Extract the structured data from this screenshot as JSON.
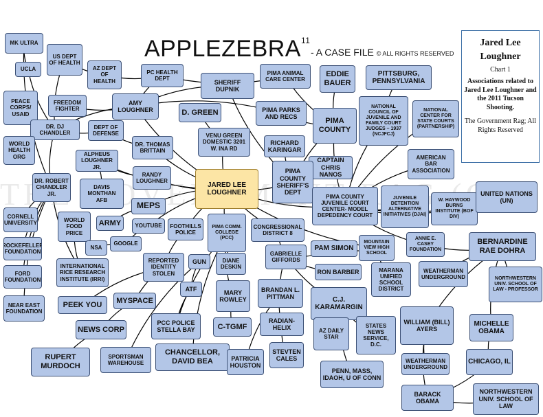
{
  "title": "APPLEZEBRA",
  "title_sup": "11",
  "subtitle": "- A CASE FILE",
  "copyright": "© ALL RIGHTS RESERVED",
  "watermark": "THE GOVERNMENT RAG (C)",
  "legend": {
    "title": "Jared Lee Loughner",
    "chart": "Chart 1",
    "description": "Associations related to Jared Lee Loughner and the 2011 Tucson Shooting.",
    "rights": "The Government Rag; All Rights Reserved"
  },
  "nodes": [
    {
      "id": "mk-ultra",
      "label": "MK ULTRA"
    },
    {
      "id": "ucla",
      "label": "UCLA"
    },
    {
      "id": "us-dept-health",
      "label": "US DEPT OF HEALTH"
    },
    {
      "id": "az-dept-health",
      "label": "AZ DEPT OF HEALTH"
    },
    {
      "id": "pc-health-dept",
      "label": "PC HEALTH DEPT"
    },
    {
      "id": "sheriff-dupnik",
      "label": "SHERIFF DUPNIK"
    },
    {
      "id": "pima-animal-care",
      "label": "PIMA ANIMAL CARE CENTER"
    },
    {
      "id": "eddie-bauer",
      "label": "EDDIE BAUER"
    },
    {
      "id": "pittsburg-pa",
      "label": "PITTSBURG, PENNSYLVANIA"
    },
    {
      "id": "peace-corps",
      "label": "PEACE CORPS/ USAID"
    },
    {
      "id": "freedom-fighter",
      "label": "FREEDOM FIGHTER"
    },
    {
      "id": "amy-loughner",
      "label": "AMY LOUGHNER"
    },
    {
      "id": "d-green",
      "label": "D. GREEN"
    },
    {
      "id": "pima-parks",
      "label": "PIMA PARKS AND RECS"
    },
    {
      "id": "pima-county",
      "label": "PIMA COUNTY"
    },
    {
      "id": "ncjfcj",
      "label": "NATIONAL COUNCIL OF JUVENILE AND FAMILY COURT JUDGES – 1937 (NCJFCJ)"
    },
    {
      "id": "ncsc",
      "label": "NATIONAL CENTER FOR STATE COURTS (PARTNERSHIP)"
    },
    {
      "id": "dr-dj-chandler",
      "label": "DR. DJ CHANDLER"
    },
    {
      "id": "dept-defense",
      "label": "DEPT OF DEFENSE"
    },
    {
      "id": "world-health",
      "label": "WORLD HEALTH ORG"
    },
    {
      "id": "dr-thomas-brittain",
      "label": "DR. THOMAS BRITTAIN"
    },
    {
      "id": "venu-green",
      "label": "VENU GREEN DOMESTIC 3201 W. INA RD"
    },
    {
      "id": "richard-karingar",
      "label": "RICHARD KARINGAR"
    },
    {
      "id": "alpheus-loughner",
      "label": "ALPHEUS LOUGHNER JR."
    },
    {
      "id": "captain-nanos",
      "label": "CAPTAIN CHRIS NANOS"
    },
    {
      "id": "american-bar",
      "label": "AMERICAN BAR ASSOCIATION"
    },
    {
      "id": "dr-robert-chandler",
      "label": "DR. ROBERT CHANDLER JR."
    },
    {
      "id": "randy-loughner",
      "label": "RANDY LOUGHNER"
    },
    {
      "id": "jared-loughner",
      "label": "JARED LEE LOUGHNER"
    },
    {
      "id": "pima-sheriff",
      "label": "PIMA COUNTY SHERIFF'S DEPT"
    },
    {
      "id": "davis-monthan",
      "label": "DAVIS MONTHAN AFB"
    },
    {
      "id": "pima-juvenile-court",
      "label": "PIMA COUNTY JUVENILE COURT CENTER- MODEL DEPEDENCY COURT"
    },
    {
      "id": "jdai",
      "label": "JUVENILE DETENTION ALTERNATIVE INITIATIVES (DJAI)"
    },
    {
      "id": "haywood-burns",
      "label": "W. HAYWOOD BURNS INSTITUTE (BOF DIV)"
    },
    {
      "id": "united-nations",
      "label": "UNITED NATIONS (UN)"
    },
    {
      "id": "meps",
      "label": "MEPS"
    },
    {
      "id": "cornell",
      "label": "CORNELL UNIVERSITY"
    },
    {
      "id": "world-food-price",
      "label": "WORLD FOOD PRICE"
    },
    {
      "id": "army",
      "label": "ARMY"
    },
    {
      "id": "youtube",
      "label": "YOUTUBE"
    },
    {
      "id": "foothills-police",
      "label": "FOOTHILLS POLICE"
    },
    {
      "id": "pima-college",
      "label": "PIMA COMM. COLLEGE (PCC)"
    },
    {
      "id": "congressional-8",
      "label": "CONGRESSIONAL DISTRICT 8"
    },
    {
      "id": "annie-casey",
      "label": "ANNIE E. CASEY FOUNDATION"
    },
    {
      "id": "rockefeller",
      "label": "ROCKEFELLER FOUNDATION"
    },
    {
      "id": "nsa",
      "label": "NSA"
    },
    {
      "id": "google",
      "label": "GOOGLE"
    },
    {
      "id": "mountain-view",
      "label": "MOUNTAIN VIEW HIGH SCHOOL"
    },
    {
      "id": "pam-simon",
      "label": "PAM SIMON"
    },
    {
      "id": "bernardine-dohrn",
      "label": "BERNARDINE RAE DOHRA"
    },
    {
      "id": "reported-identity",
      "label": "REPORTED IDENTITY STOLEN"
    },
    {
      "id": "gun",
      "label": "GUN"
    },
    {
      "id": "diane-deskin",
      "label": "DIANE DESKIN"
    },
    {
      "id": "gabrielle-giffords",
      "label": "GABRIELLE GIFFORDS"
    },
    {
      "id": "ford-foundation",
      "label": "FORD FOUNDATION"
    },
    {
      "id": "irri",
      "label": "INTERNATIONAL RICE RESEARCH INSTITUTE (IRRI)"
    },
    {
      "id": "ron-barber",
      "label": "RON BARBER"
    },
    {
      "id": "marana-unified",
      "label": "MARANA UNIFIED SCHOOL DISTRICT"
    },
    {
      "id": "weatherman-underground-1",
      "label": "WEATHERMAN UNDERGROUND"
    },
    {
      "id": "northwestern-professor",
      "label": "NORTHWESTERN UNIV. SCHOOL OF LAW - PROFESSOR"
    },
    {
      "id": "atf",
      "label": "ATF"
    },
    {
      "id": "mary-rowley",
      "label": "MARY ROWLEY"
    },
    {
      "id": "brandan-pittman",
      "label": "BRANDAN L. PITTMAN"
    },
    {
      "id": "cj-karamargin",
      "label": "C.J. KARAMARGIN"
    },
    {
      "id": "near-east",
      "label": "NEAR EAST FOUNDATION"
    },
    {
      "id": "peek-you",
      "label": "PEEK YOU"
    },
    {
      "id": "myspace",
      "label": "MYSPACE"
    },
    {
      "id": "william-ayers",
      "label": "WILLIAM (BILL) AYERS"
    },
    {
      "id": "michelle-obama",
      "label": "MICHELLE OBAMA"
    },
    {
      "id": "pcc-police",
      "label": "PCC POLICE STELLA BAY"
    },
    {
      "id": "ctgmf",
      "label": "C-TGMF"
    },
    {
      "id": "radian-helix",
      "label": "RADIAN-HELIX"
    },
    {
      "id": "az-daily-star",
      "label": "AZ DAILY STAR"
    },
    {
      "id": "states-news",
      "label": "STATES NEWS SERVICE, D.C."
    },
    {
      "id": "news-corp",
      "label": "NEWS CORP"
    },
    {
      "id": "rupert-murdoch",
      "label": "RUPERT MURDOCH"
    },
    {
      "id": "sportsman-warehouse",
      "label": "SPORTSMAN WAREHOUSE"
    },
    {
      "id": "chancellor-bea",
      "label": "CHANCELLOR, DAVID BEA"
    },
    {
      "id": "patricia-houston",
      "label": "PATRICIA HOUSTON"
    },
    {
      "id": "steven-cales",
      "label": "STEVTEN CALES"
    },
    {
      "id": "penn-mass",
      "label": "PENN, MASS, IDAOH, U OF CONN"
    },
    {
      "id": "weatherman-underground-2",
      "label": "WEATHERMAN UNDERGROUND"
    },
    {
      "id": "chicago-il",
      "label": "CHICAGO, IL"
    },
    {
      "id": "barack-obama",
      "label": "BARACK OBAMA"
    },
    {
      "id": "northwestern-law",
      "label": "NORTHWESTERN UNIV. SCHOOL OF LAW"
    }
  ],
  "edges": [
    [
      "mk-ultra",
      "ucla"
    ],
    [
      "mk-ultra",
      "dr-robert-chandler"
    ],
    [
      "ucla",
      "dr-dj-chandler"
    ],
    [
      "us-dept-health",
      "az-dept-health"
    ],
    [
      "us-dept-health",
      "dr-dj-chandler"
    ],
    [
      "az-dept-health",
      "pc-health-dept"
    ],
    [
      "pc-health-dept",
      "amy-loughner"
    ],
    [
      "pc-health-dept",
      "pima-animal-care"
    ],
    [
      "pima-animal-care",
      "pima-county"
    ],
    [
      "sheriff-dupnik",
      "amy-loughner"
    ],
    [
      "sheriff-dupnik",
      "pima-sheriff"
    ],
    [
      "eddie-bauer",
      "pima-county"
    ],
    [
      "pittsburg-pa",
      "ncjfcj"
    ],
    [
      "peace-corps",
      "dr-dj-chandler"
    ],
    [
      "freedom-fighter",
      "amy-loughner"
    ],
    [
      "amy-loughner",
      "dr-dj-chandler"
    ],
    [
      "amy-loughner",
      "jared-loughner"
    ],
    [
      "d-green",
      "venu-green"
    ],
    [
      "pima-parks",
      "amy-loughner"
    ],
    [
      "pima-parks",
      "pima-county"
    ],
    [
      "pima-county",
      "pima-juvenile-court"
    ],
    [
      "pima-county",
      "pima-sheriff"
    ],
    [
      "ncjfcj",
      "pima-juvenile-court"
    ],
    [
      "ncsc",
      "pima-juvenile-court"
    ],
    [
      "dr-dj-chandler",
      "world-health"
    ],
    [
      "dr-dj-chandler",
      "dept-defense"
    ],
    [
      "dr-dj-chandler",
      "dr-robert-chandler"
    ],
    [
      "dept-defense",
      "dr-thomas-brittain"
    ],
    [
      "dr-thomas-brittain",
      "jared-loughner"
    ],
    [
      "venu-green",
      "jared-loughner"
    ],
    [
      "richard-karingar",
      "pima-sheriff"
    ],
    [
      "alpheus-loughner",
      "jared-loughner"
    ],
    [
      "alpheus-loughner",
      "randy-loughner"
    ],
    [
      "captain-nanos",
      "pima-sheriff"
    ],
    [
      "american-bar",
      "pima-juvenile-court"
    ],
    [
      "dr-robert-chandler",
      "cornell"
    ],
    [
      "dr-robert-chandler",
      "rockefeller"
    ],
    [
      "dr-robert-chandler",
      "ford-foundation"
    ],
    [
      "dr-robert-chandler",
      "near-east"
    ],
    [
      "dr-robert-chandler",
      "irri"
    ],
    [
      "randy-loughner",
      "jared-loughner"
    ],
    [
      "davis-monthan",
      "alpheus-loughner"
    ],
    [
      "jared-loughner",
      "pima-sheriff"
    ],
    [
      "jared-loughner",
      "meps"
    ],
    [
      "jared-loughner",
      "foothills-police"
    ],
    [
      "jared-loughner",
      "pima-college"
    ],
    [
      "jared-loughner",
      "congressional-8"
    ],
    [
      "jared-loughner",
      "pima-juvenile-court"
    ],
    [
      "jared-loughner",
      "mountain-view"
    ],
    [
      "jared-loughner",
      "youtube"
    ],
    [
      "pima-juvenile-court",
      "jdai"
    ],
    [
      "pima-juvenile-court",
      "haywood-burns"
    ],
    [
      "pima-juvenile-court",
      "united-nations"
    ],
    [
      "pima-juvenile-court",
      "annie-casey"
    ],
    [
      "meps",
      "army"
    ],
    [
      "world-food-price",
      "irri"
    ],
    [
      "youtube",
      "google"
    ],
    [
      "google",
      "nsa"
    ],
    [
      "foothills-police",
      "reported-identity"
    ],
    [
      "pima-college",
      "diane-deskin"
    ],
    [
      "pima-college",
      "mary-rowley"
    ],
    [
      "pima-college",
      "pcc-police"
    ],
    [
      "pima-college",
      "chancellor-bea"
    ],
    [
      "congressional-8",
      "gabrielle-giffords"
    ],
    [
      "gabrielle-giffords",
      "ron-barber"
    ],
    [
      "gabrielle-giffords",
      "pam-simon"
    ],
    [
      "gabrielle-giffords",
      "cj-karamargin"
    ],
    [
      "gabrielle-giffords",
      "brandan-pittman"
    ],
    [
      "pam-simon",
      "mountain-view"
    ],
    [
      "mountain-view",
      "marana-unified"
    ],
    [
      "reported-identity",
      "peek-you"
    ],
    [
      "reported-identity",
      "myspace"
    ],
    [
      "myspace",
      "news-corp"
    ],
    [
      "news-corp",
      "rupert-murdoch"
    ],
    [
      "gun",
      "atf"
    ],
    [
      "gun",
      "sportsman-warehouse"
    ],
    [
      "atf",
      "pcc-police"
    ],
    [
      "mary-rowley",
      "ctgmf"
    ],
    [
      "brandan-pittman",
      "radian-helix"
    ],
    [
      "brandan-pittman",
      "patricia-houston"
    ],
    [
      "radian-helix",
      "steven-cales"
    ],
    [
      "cj-karamargin",
      "az-daily-star"
    ],
    [
      "cj-karamargin",
      "states-news"
    ],
    [
      "cj-karamargin",
      "penn-mass"
    ],
    [
      "bernardine-dohrn",
      "weatherman-underground-1"
    ],
    [
      "bernardine-dohrn",
      "northwestern-professor"
    ],
    [
      "bernardine-dohrn",
      "michelle-obama"
    ],
    [
      "bernardine-dohrn",
      "william-ayers"
    ],
    [
      "william-ayers",
      "weatherman-underground-2"
    ],
    [
      "william-ayers",
      "barack-obama"
    ],
    [
      "michelle-obama",
      "chicago-il"
    ],
    [
      "barack-obama",
      "chicago-il"
    ],
    [
      "barack-obama",
      "northwestern-law"
    ],
    [
      "annie-casey",
      "bernardine-dohrn"
    ]
  ],
  "colors": {
    "node_fill": "#b3c6e7",
    "node_border": "#3b4f74",
    "center_fill": "#fce5a5",
    "line": "#000000"
  }
}
